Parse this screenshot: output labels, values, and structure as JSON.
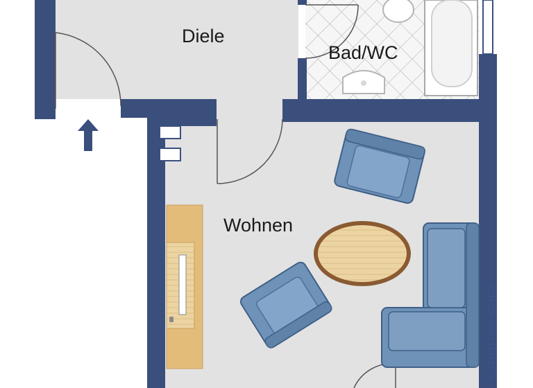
{
  "rooms": {
    "hall": "Diele",
    "bath": "Bad/WC",
    "living": "Wohnen"
  },
  "watermark": "rundriss.com",
  "colors": {
    "wall": "#3b4f7d",
    "floor": "#e2e2e2",
    "tile_line": "#b6b6b6",
    "sofa": "#6f92b8",
    "table": "#e9cf9c",
    "shelf": "#e3bc7a"
  },
  "icons": {
    "entrance": "arrow-up-icon"
  }
}
